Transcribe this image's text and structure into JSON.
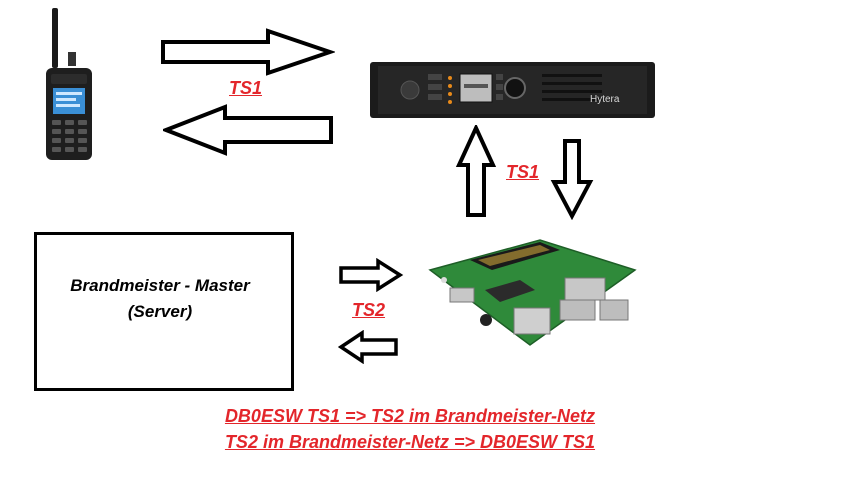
{
  "labels": {
    "radio_repeater": "TS1",
    "repeater_pi": "TS1",
    "pi_master": "TS2"
  },
  "master_box": {
    "title_line1": "Brandmeister - Master",
    "title_line2": "(Server)"
  },
  "devices": {
    "repeater_brand": "Hytera"
  },
  "caption": {
    "line1": "DB0ESW TS1 => TS2 im Brandmeister-Netz",
    "line2": "TS2 im Brandmeister-Netz => DB0ESW TS1"
  },
  "colors": {
    "label_red": "#e3262b",
    "arrow_stroke": "#000000",
    "pcb_green": "#2f8a3a"
  }
}
